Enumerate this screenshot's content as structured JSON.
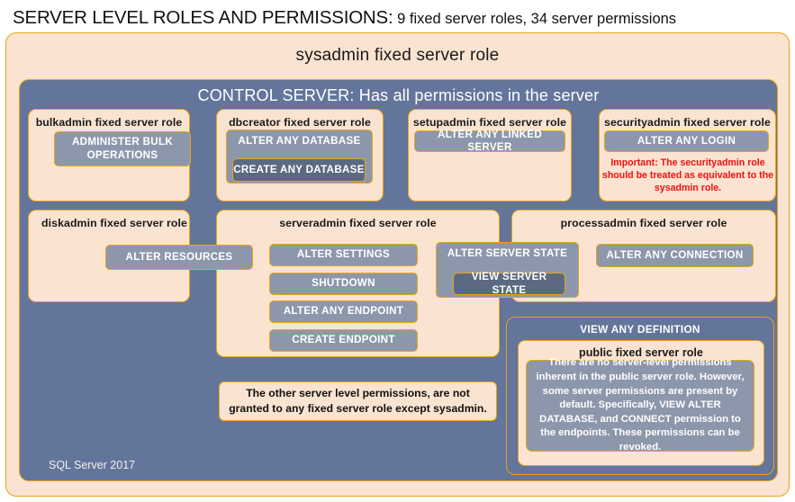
{
  "title": {
    "main": "SERVER LEVEL ROLES AND PERMISSIONS:",
    "sub": " 9 fixed server roles, 34 server permissions"
  },
  "colors": {
    "peach": "#fae3d0",
    "slate": "#63759a",
    "chip": "#8d97ac",
    "chip_dark": "#5b6a82",
    "border_gold": "#e8a317",
    "alert_red": "#ee1111",
    "white": "#ffffff"
  },
  "sysadmin": {
    "label": "sysadmin  fixed  server  role"
  },
  "control_server": {
    "label": "CONTROL SERVER: Has all permissions in the server",
    "version_note": "SQL Server 2017"
  },
  "roles": {
    "bulkadmin": {
      "title": "bulkadmin  fixed server role",
      "permissions": [
        "ADMINISTER  BULK OPERATIONS"
      ]
    },
    "dbcreator": {
      "title": "dbcreator fixed server role",
      "permissions": [
        "ALTER ANY DATABASE",
        "CREATE  ANY DATABASE"
      ]
    },
    "setupadmin": {
      "title": "setupadmin fixed server role",
      "permissions": [
        "ALTER ANY LINKED SERVER"
      ]
    },
    "securityadmin": {
      "title": "securityadmin  fixed server role",
      "permissions": [
        "ALTER ANY LOGIN"
      ],
      "warning": "Important:  The securityadmin role should  be treated as equivalent to the sysadmin role."
    },
    "diskadmin": {
      "title": "diskadmin  fixed server role",
      "permissions": [
        "ALTER RESOURCES"
      ]
    },
    "serveradmin": {
      "title": "serveradmin fixed server role",
      "permissions": [
        "ALTER SETTINGS",
        "SHUTDOWN",
        "ALTER ANY ENDPOINT",
        "CREATE  ENDPOINT"
      ]
    },
    "shared": {
      "alter_server_state": "ALTER SERVER STATE",
      "view_server_state": "VIEW SERVER STATE"
    },
    "processadmin": {
      "title": "processadmin fixed server role",
      "permissions": [
        "ALTER ANY CONNECTION"
      ]
    },
    "public": {
      "group_label": "VIEW ANY DEFINITION",
      "title": "public  fixed server role",
      "description": "There are no server-level permissions inherent in the public server role. However, some server permissions are present by default. Specifically, VIEW ALTER DATABASE, and CONNECT permission to the endpoints. These permissions can be revoked."
    }
  },
  "notes": {
    "other_permissions": "The other server level permissions,  are not granted to any fixed server role except sysadmin."
  }
}
